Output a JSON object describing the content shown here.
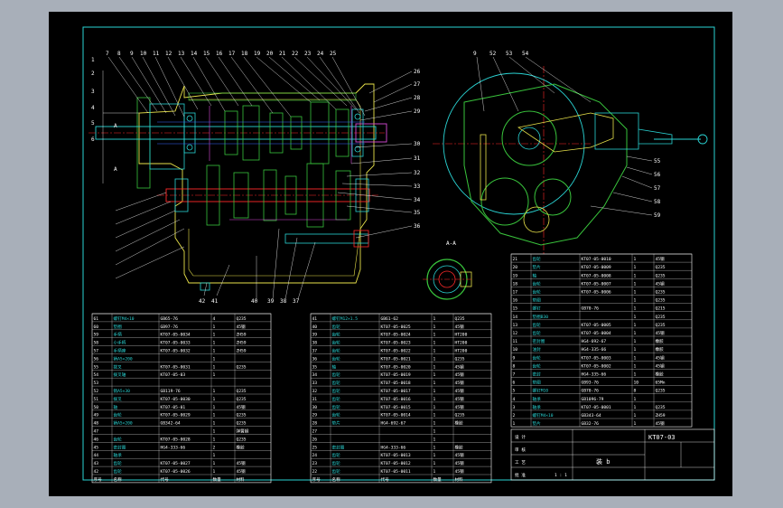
{
  "drawing": {
    "number": "KT07-03",
    "section_label": "A-A",
    "view_marks": [
      "A",
      "A"
    ],
    "bottom_label": "1 : 1",
    "title_hint": "装 b"
  },
  "callouts_left_top": [
    "7",
    "8",
    "9",
    "10",
    "11",
    "12",
    "13",
    "14",
    "15",
    "16",
    "17",
    "18",
    "19",
    "20",
    "21",
    "22",
    "23",
    "24",
    "25"
  ],
  "callouts_right_left_view": [
    "26",
    "27",
    "28",
    "29",
    "30",
    "31",
    "32",
    "33",
    "34",
    "35",
    "36"
  ],
  "callouts_bottom_left_view": [
    "42",
    "41",
    "40",
    "39",
    "38",
    "37"
  ],
  "callouts_left_side": [
    "1",
    "2",
    "3",
    "4",
    "5",
    "6"
  ],
  "callouts_right_view_top": [
    "9",
    "52",
    "53",
    "54"
  ],
  "callouts_right_view_side": [
    "55",
    "56",
    "57",
    "58",
    "59"
  ],
  "left_table": {
    "rows": [
      [
        "61",
        "螺钉M4×10",
        "GB65-76",
        "4",
        "Q235"
      ],
      [
        "60",
        "垫圈",
        "GB97-76",
        "1",
        "45钢"
      ],
      [
        "59",
        "手柄",
        "KT07-05-0034",
        "1",
        "ZH59"
      ],
      [
        "58",
        "小手柄",
        "KT07-05-0033",
        "1",
        "ZH59"
      ],
      [
        "57",
        "手柄座",
        "KT07-05-0032",
        "1",
        "ZH59"
      ],
      [
        "56",
        "销A5×200",
        "",
        "1",
        ""
      ],
      [
        "55",
        "拨叉",
        "KT07-05-0031",
        "1",
        "Q235"
      ],
      [
        "54",
        "拨叉轴",
        "KT07-05-03",
        "1",
        ""
      ],
      [
        "53",
        "",
        "",
        "",
        ""
      ],
      [
        "52",
        "销A5×30",
        "GB119-76",
        "1",
        "Q235"
      ],
      [
        "51",
        "拨叉",
        "KT07-05-0030",
        "1",
        "Q235"
      ],
      [
        "50",
        "轴",
        "KT07-05-01",
        "1",
        "45钢"
      ],
      [
        "49",
        "齿轮",
        "KT07-05-0029",
        "1",
        "Q235"
      ],
      [
        "48",
        "销A5×200",
        "GB342-64",
        "1",
        "Q235"
      ],
      [
        "47",
        "",
        "",
        "1",
        "弹簧钢"
      ],
      [
        "46",
        "齿轮",
        "KT07-05-0028",
        "1",
        "Q235"
      ],
      [
        "45",
        "密封圈",
        "HG4-333-66",
        "2",
        "橡胶"
      ],
      [
        "44",
        "轴承",
        "",
        "1",
        ""
      ],
      [
        "43",
        "齿轮",
        "KT07-05-0027",
        "1",
        "45钢"
      ],
      [
        "42",
        "齿轮",
        "KT07-05-0026",
        "1",
        "45钢"
      ]
    ],
    "footer": [
      "序号",
      "名称",
      "代号",
      "数量",
      "材料"
    ]
  },
  "mid_table": {
    "rows": [
      [
        "41",
        "螺钉M12×1.5",
        "GB61-62",
        "1",
        "Q235"
      ],
      [
        "40",
        "齿轮",
        "KT07-05-0025",
        "1",
        "45钢"
      ],
      [
        "39",
        "齿轮",
        "KT07-05-0024",
        "1",
        "HT200"
      ],
      [
        "38",
        "齿轮",
        "KT07-05-0023",
        "1",
        "HT200"
      ],
      [
        "37",
        "齿轮",
        "KT07-05-0022",
        "1",
        "HT200"
      ],
      [
        "36",
        "齿轮",
        "KT07-05-0021",
        "1",
        "Q235"
      ],
      [
        "35",
        "轴",
        "KT07-05-0020",
        "1",
        "45钢"
      ],
      [
        "34",
        "齿轮",
        "KT07-05-0019",
        "1",
        "45钢"
      ],
      [
        "33",
        "齿轮",
        "KT07-05-0018",
        "1",
        "45钢"
      ],
      [
        "32",
        "齿轮",
        "KT07-05-0017",
        "1",
        "45钢"
      ],
      [
        "31",
        "齿轮",
        "KT07-05-0016",
        "1",
        "45钢"
      ],
      [
        "30",
        "齿轮",
        "KT07-05-0015",
        "1",
        "45钢"
      ],
      [
        "29",
        "齿轮",
        "KT07-05-0014",
        "1",
        "Q235"
      ],
      [
        "28",
        "垫片",
        "HG4-692-67",
        "1",
        "橡胶"
      ],
      [
        "27",
        "",
        "",
        "1",
        ""
      ],
      [
        "26",
        "",
        "",
        "1",
        ""
      ],
      [
        "25",
        "密封圈",
        "HG4-333-66",
        "1",
        "橡胶"
      ],
      [
        "24",
        "齿轮",
        "KT07-05-0013",
        "1",
        "45钢"
      ],
      [
        "23",
        "齿轮",
        "KT07-05-0012",
        "1",
        "45钢"
      ],
      [
        "22",
        "齿轮",
        "KT07-05-0011",
        "1",
        "45钢"
      ]
    ],
    "footer": [
      "序号",
      "名称",
      "代号",
      "数量",
      "材料"
    ]
  },
  "right_table": {
    "rows": [
      [
        "21",
        "齿轮",
        "KT07-05-0010",
        "1",
        "45钢"
      ],
      [
        "20",
        "垫片",
        "KT07-05-0009",
        "1",
        "Q235"
      ],
      [
        "19",
        "轴",
        "KT07-05-0008",
        "1",
        "Q235"
      ],
      [
        "18",
        "齿轮",
        "KT07-05-0007",
        "1",
        "45钢"
      ],
      [
        "17",
        "齿轮",
        "KT07-05-0006",
        "1",
        "Q235"
      ],
      [
        "16",
        "垫圈",
        "",
        "1",
        "Q235"
      ],
      [
        "15",
        "螺钉",
        "GB70-76",
        "1",
        "Q215"
      ],
      [
        "14",
        "垫圈B30",
        "",
        "1",
        "Q235"
      ],
      [
        "13",
        "齿轮",
        "KT07-05-0005",
        "1",
        "Q235"
      ],
      [
        "12",
        "齿轮",
        "KT07-05-0004",
        "1",
        "45钢"
      ],
      [
        "11",
        "密封圈",
        "HG4-692-67",
        "1",
        "橡胶"
      ],
      [
        "10",
        "油封",
        "HG4-335-66",
        "1",
        "橡胶"
      ],
      [
        "9",
        "齿轮",
        "KT07-05-0003",
        "1",
        "45钢"
      ],
      [
        "8",
        "齿轮",
        "KT07-05-0002",
        "1",
        "45钢"
      ],
      [
        "7",
        "密封",
        "HG4-335-66",
        "1",
        "橡胶"
      ],
      [
        "6",
        "垫圈",
        "GB93-76",
        "10",
        "65Mn"
      ],
      [
        "5",
        "螺钉M10",
        "GB70-76",
        "8",
        "Q235"
      ],
      [
        "4",
        "轴承",
        "GB1096-79",
        "1",
        ""
      ],
      [
        "3",
        "轴承",
        "KT07-05-0001",
        "1",
        "Q235"
      ],
      [
        "2",
        "螺钉M4×10",
        "GB343-64",
        "1",
        "ZH59"
      ],
      [
        "1",
        "垫片",
        "GB32-76",
        "1",
        "45钢"
      ]
    ]
  },
  "title_block": {
    "number": "KT07-03",
    "name": "装 b",
    "scale": "1 : 1",
    "rows": [
      "设 计",
      "审 核",
      "工 艺",
      "批 准"
    ]
  },
  "colors": {
    "outline": "#2ad4d4",
    "green": "#39c43c",
    "blue": "#3a66ff",
    "red": "#ff2a2a",
    "magenta": "#d74bd7",
    "yellow": "#e8e24a",
    "white": "#ffffff"
  }
}
